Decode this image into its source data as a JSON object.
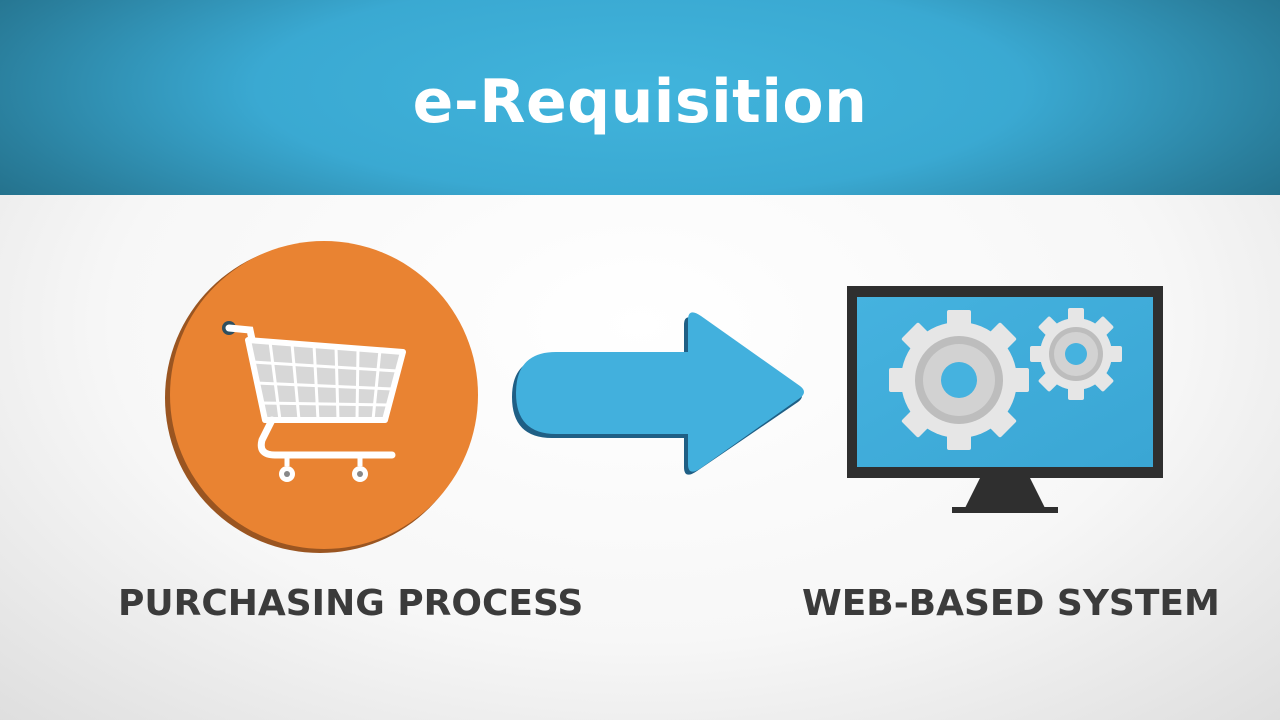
{
  "header": {
    "title": "e-Requisition"
  },
  "nodes": [
    {
      "label": "PURCHASING PROCESS",
      "icon": "shopping-cart-icon",
      "color": "#e98332"
    },
    {
      "label": "WEB-BASED SYSTEM",
      "icon": "monitor-gears-icon",
      "color": "#45b2df"
    }
  ],
  "connector": {
    "icon": "arrow-right-icon",
    "color": "#42b0dd"
  },
  "colors": {
    "banner": "#3aa9d2",
    "text": "#3b3b3b",
    "monitor_frame": "#2f2f2f"
  }
}
